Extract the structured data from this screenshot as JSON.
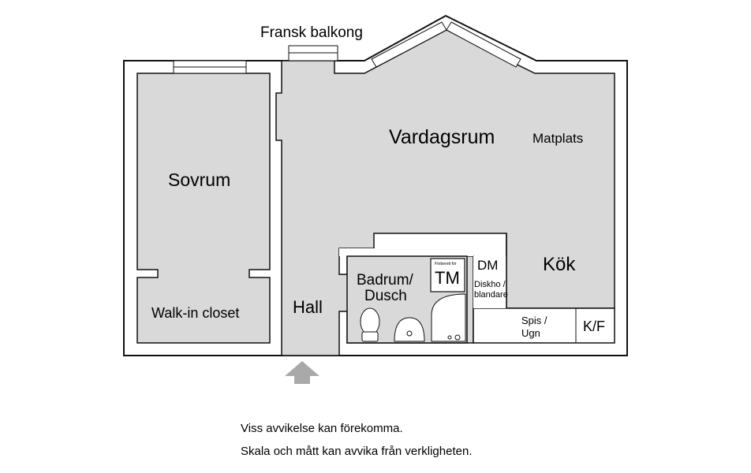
{
  "labels": {
    "balcony": "Fransk balkong",
    "living": "Vardagsrum",
    "dining": "Matplats",
    "bedroom": "Sovrum",
    "closet": "Walk-in closet",
    "hall": "Hall",
    "bath_line1": "Badrum/",
    "bath_line2": "Dusch",
    "tm_small": "Förberett för",
    "tm": "TM",
    "dm": "DM",
    "sink_line1": "Diskho /",
    "sink_line2": "blandare",
    "kitchen": "Kök",
    "stove_line1": "Spis /",
    "stove_line2": "Ugn",
    "fridge": "K/F"
  },
  "notes": {
    "deviation": "Viss avvikelse kan förekomma.",
    "scale": "Skala och mått kan avvika från verkligheten."
  },
  "colors": {
    "floor": "#d9d9d9",
    "wall": "#111111",
    "entrance_arrow": "#a9a9a9"
  },
  "icons": [
    "entrance-arrow-icon",
    "toilet-icon",
    "washbasin-icon",
    "shower-icon",
    "window-icon"
  ]
}
